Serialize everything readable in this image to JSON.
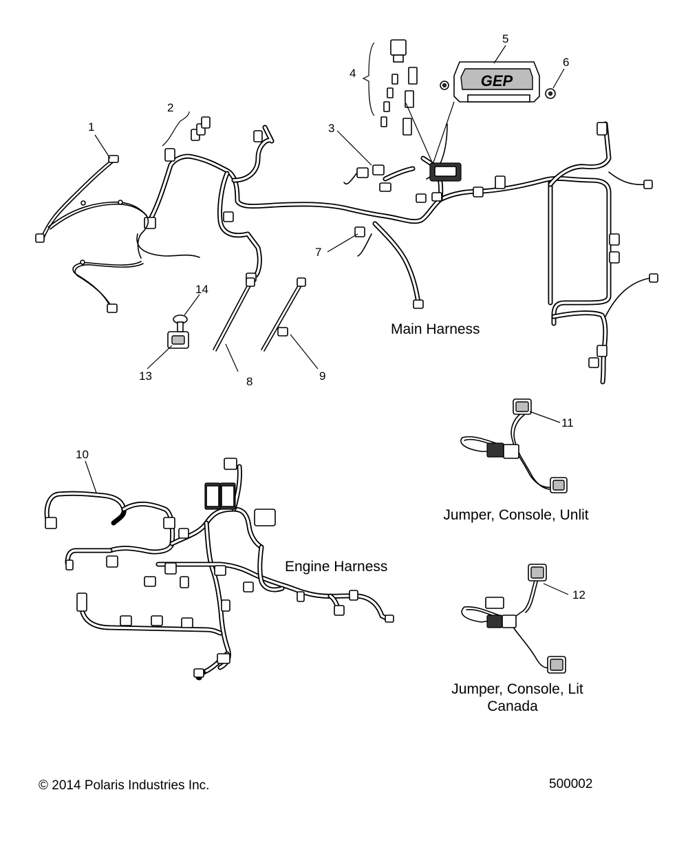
{
  "callouts": [
    "1",
    "2",
    "3",
    "4",
    "5",
    "6",
    "7",
    "8",
    "9",
    "10",
    "11",
    "12",
    "13",
    "14"
  ],
  "labels": {
    "main_harness": "Main Harness",
    "engine_harness": "Engine Harness",
    "jumper_unlit": "Jumper, Console, Unlit",
    "jumper_lit_line1": "Jumper, Console, Lit",
    "jumper_lit_line2": "Canada"
  },
  "module_logo": "GEP",
  "footer": {
    "copyright": "© 2014 Polaris Industries Inc.",
    "drawing_number": "500002"
  }
}
